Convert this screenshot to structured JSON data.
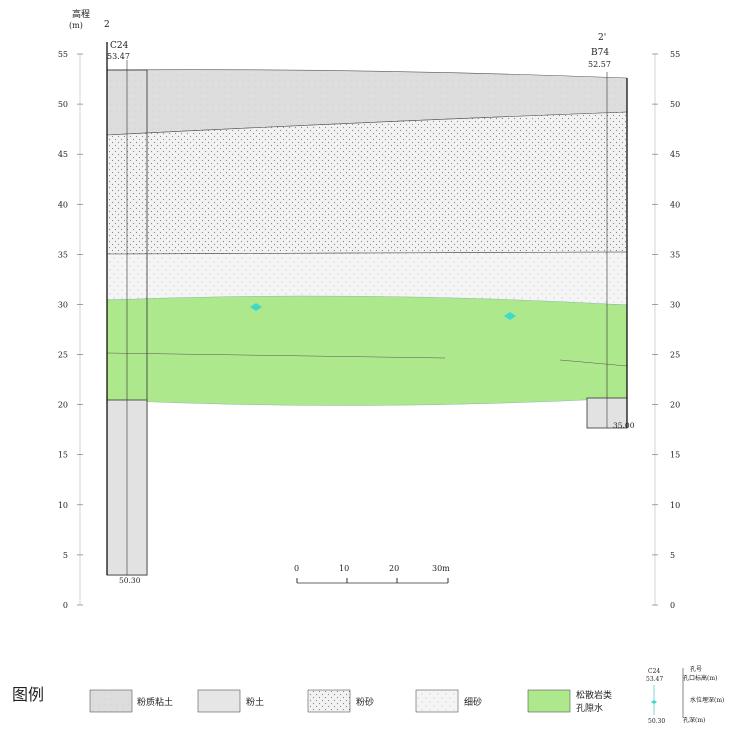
{
  "header": {
    "elevation_label": "高程",
    "unit_label": "(m)",
    "left_section_no": "2",
    "right_section_no": "2'"
  },
  "axis": {
    "ticks": [
      0,
      5,
      10,
      15,
      20,
      25,
      30,
      35,
      40,
      45,
      50,
      55
    ]
  },
  "boreholes": {
    "left": {
      "id": "C24",
      "top_elev": "53.47",
      "bottom_elev": "50.30"
    },
    "right": {
      "id": "B74",
      "top_elev": "52.57",
      "bottom_elev": "35.00"
    }
  },
  "scale_bar": {
    "ticks": [
      "0",
      "10",
      "20",
      "30m"
    ]
  },
  "legend": {
    "title": "图例",
    "items": [
      {
        "label": "粉质粘土"
      },
      {
        "label": "粉土"
      },
      {
        "label": "粉砂"
      },
      {
        "label": "细砂"
      },
      {
        "label": "松散岩类",
        "label2": "孔隙水"
      }
    ]
  },
  "borehole_key": {
    "id": "C24",
    "elev": "53.47",
    "depth": "50.30",
    "label_no": "孔号",
    "label_elev": "孔口标高(m)",
    "label_water": "水位埋深(m)",
    "label_depth": "孔深(m)"
  },
  "colors": {
    "silty_clay": "#dcdcdc",
    "silt": "#e6e6e6",
    "silty_sand": "#f2f2f2",
    "fine_sand": "#f4f4f4",
    "aquifer": "#aee88c",
    "water_marker": "#3fd9c9"
  }
}
